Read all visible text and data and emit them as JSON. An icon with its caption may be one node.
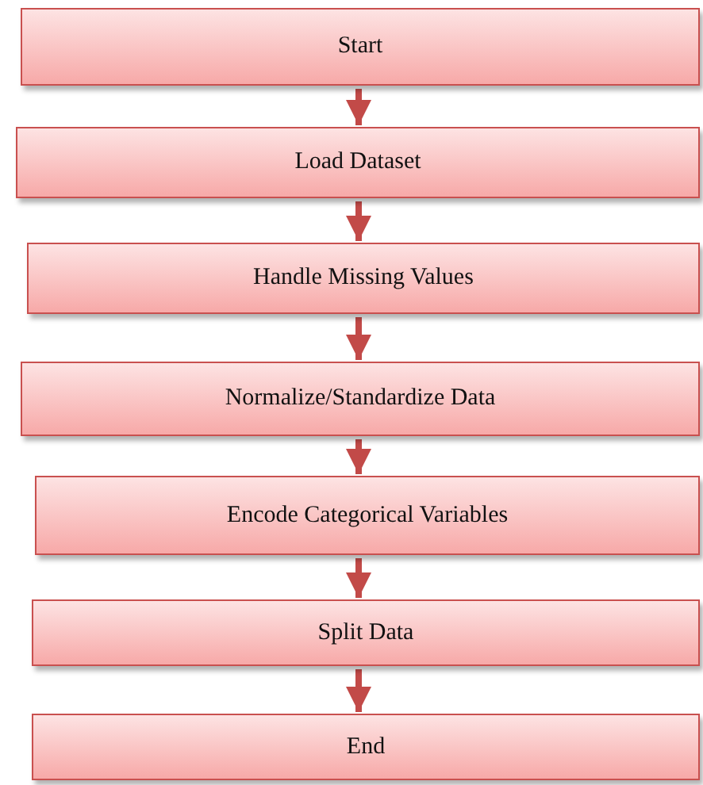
{
  "diagram": {
    "nodes": [
      {
        "text": [
          "Start"
        ]
      },
      {
        "text": [
          "Load Dataset"
        ]
      },
      {
        "text": [
          "Handle Missing Values"
        ]
      },
      {
        "text": [
          "Normalize/Standardize Data"
        ]
      },
      {
        "text": [
          "Encode Categorical Variables"
        ]
      },
      {
        "text": [
          "Split Data"
        ]
      },
      {
        "text": [
          "End"
        ]
      }
    ],
    "edges": [
      {
        "from": 0,
        "to": 1,
        "arrow": "to"
      },
      {
        "from": 1,
        "to": 2,
        "arrow": "to"
      },
      {
        "from": 2,
        "to": 3,
        "arrow": "to"
      },
      {
        "from": 3,
        "to": 4,
        "arrow": "to"
      },
      {
        "from": 4,
        "to": 5,
        "arrow": "to"
      },
      {
        "from": 5,
        "to": 6,
        "arrow": "to"
      }
    ]
  }
}
